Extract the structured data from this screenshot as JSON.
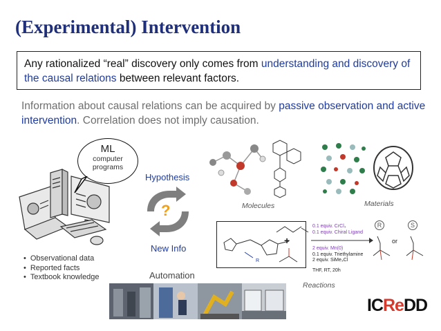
{
  "slide": {
    "title": "(Experimental) Intervention",
    "key_statement": {
      "part1": "Any rationalized “real” discovery only comes from ",
      "highlight": "understanding and discovery of the causal relations",
      "part2": " between relevant factors."
    },
    "info": {
      "part1": "Information about causal relations can be acquired by ",
      "highlight": "passive observation and active intervention",
      "part2": ". Correlation does not imply causation."
    },
    "bubble": {
      "title": "ML",
      "subtitle_line1": "computer",
      "subtitle_line2": "programs"
    },
    "hypothesis_label": "Hypothesis",
    "question_mark": "?",
    "new_info_label": "New Info",
    "automation_label": "Automation",
    "bullets": [
      "Observational data",
      "Reported facts",
      "Textbook knowledge"
    ],
    "captions": {
      "molecules": "Molecules",
      "materials": "Materials",
      "reactions": "Reactions"
    },
    "reaction": {
      "conditions_top": [
        "0.1 equiv. CrCl₃",
        "0.1 equiv. Chiral Ligand"
      ],
      "conditions_mid": [
        "2 equiv. Mn(0)",
        "0.1 equiv. Triethylamine",
        "2 equiv. SiMe₃Cl"
      ],
      "conditions_bottom": "THF, RT, 20h",
      "r_label": "R",
      "s_label": "S",
      "or_text": "or",
      "plus": "+"
    },
    "logo": {
      "part1": "IC",
      "part2": "Re",
      "part3": "DD"
    }
  },
  "colors": {
    "title": "#1f2f7a",
    "highlight": "#1f3b9e",
    "question": "#f0a020",
    "logo_accent": "#d63a2c"
  }
}
